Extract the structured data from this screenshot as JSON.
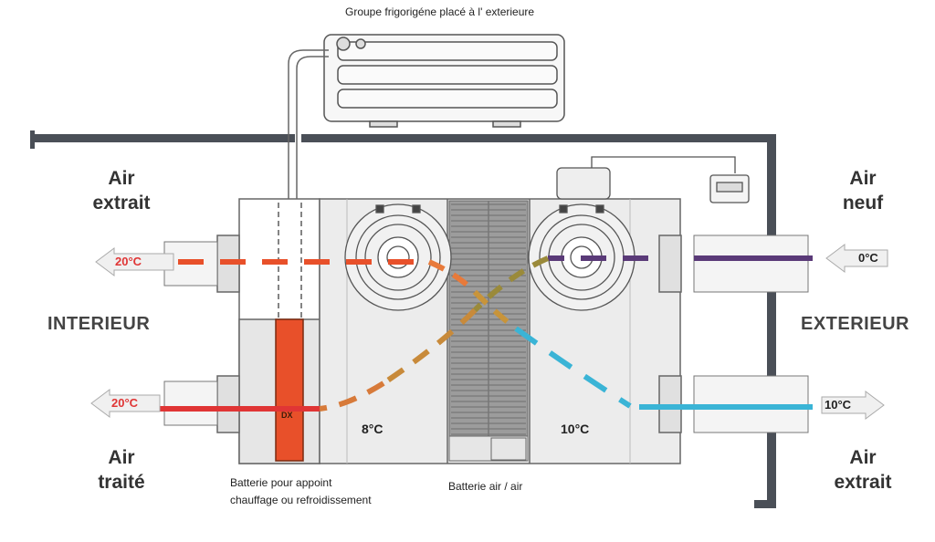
{
  "title_top": "Groupe frigorigéne placé à l' exterieure",
  "labels": {
    "air_extrait_left_1": "Air",
    "air_extrait_left_2": "extrait",
    "air_traite_1": "Air",
    "air_traite_2": "traité",
    "air_neuf_1": "Air",
    "air_neuf_2": "neuf",
    "air_extrait_right_1": "Air",
    "air_extrait_right_2": "extrait",
    "interieur": "INTERIEUR",
    "exterieur": "EXTERIEUR",
    "batterie_appoint_1": "Batterie pour appoint",
    "batterie_appoint_2": "chauffage ou refroidissement",
    "batterie_air": "Batterie air / air",
    "dx": "DX"
  },
  "temperatures": {
    "in_extract": "20°C",
    "out_supply": "20°C",
    "fresh_in": "0°C",
    "exhaust_out": "10°C",
    "inside_8": "8°C",
    "inside_10": "10°C"
  },
  "colors": {
    "warm": "#e8502a",
    "hot_red": "#e03535",
    "orange": "#e87a3a",
    "purple": "#5a3a78",
    "cyan": "#3ab4d6",
    "olive": "#9a8a3a",
    "wall": "#4a4f57"
  }
}
